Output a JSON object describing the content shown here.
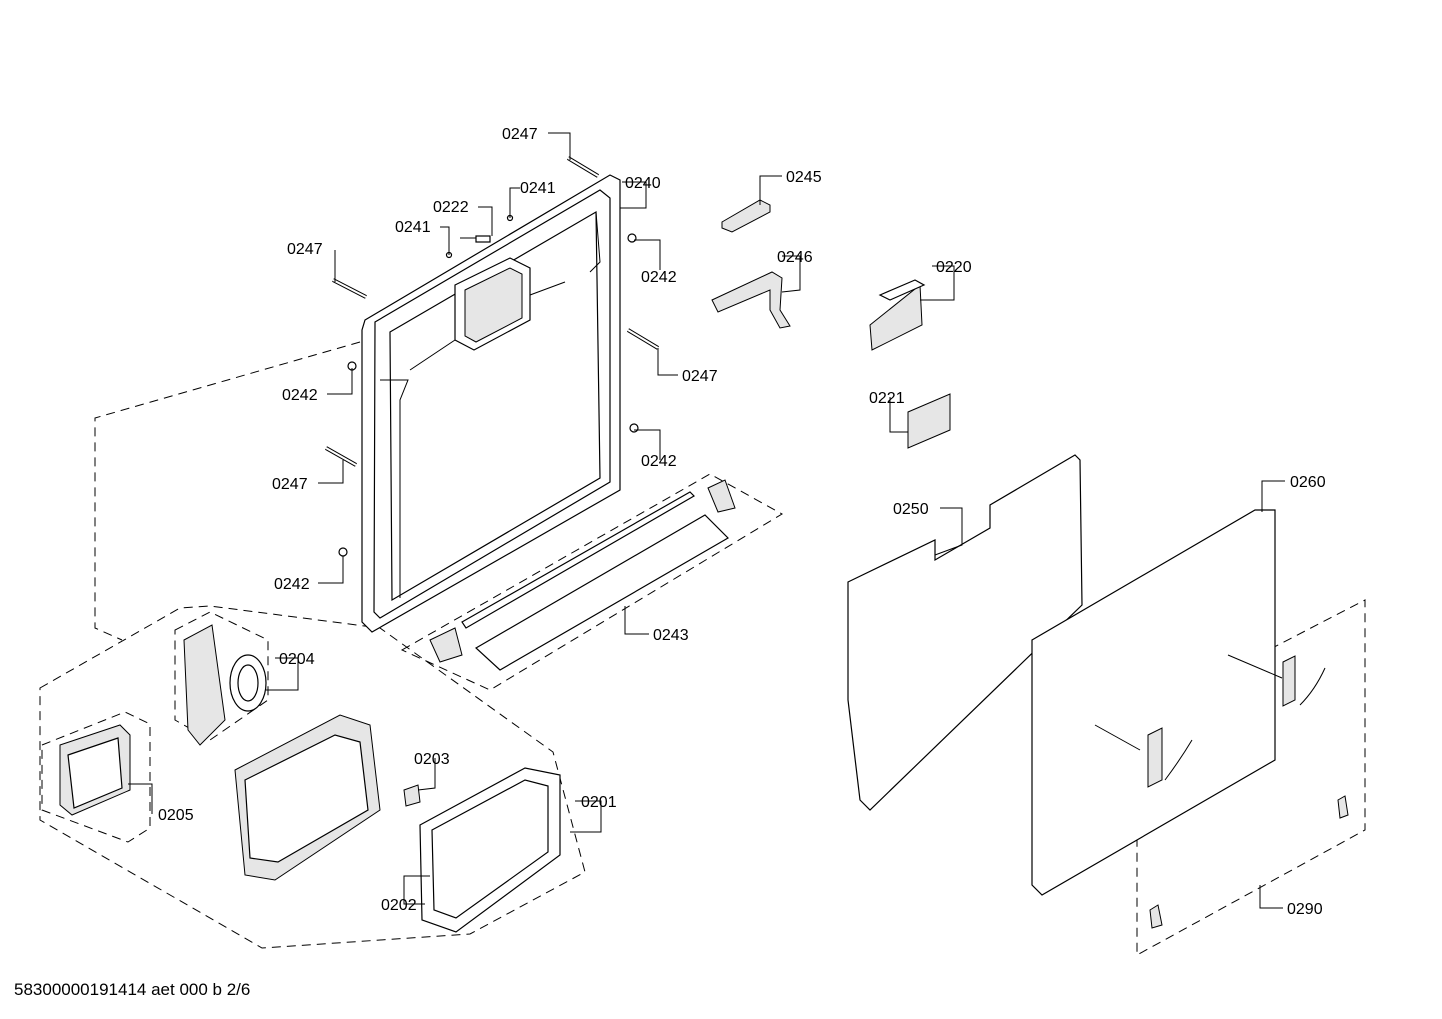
{
  "labels": {
    "p0247a": "0247",
    "p0247b": "0247",
    "p0247c": "0247",
    "p0247d": "0247",
    "p0241a": "0241",
    "p0241b": "0241",
    "p0222": "0222",
    "p0240": "0240",
    "p0242a": "0242",
    "p0242b": "0242",
    "p0242c": "0242",
    "p0242d": "0242",
    "p0245": "0245",
    "p0246": "0246",
    "p0220": "0220",
    "p0221": "0221",
    "p0243": "0243",
    "p0250": "0250",
    "p0260": "0260",
    "p0204": "0204",
    "p0203": "0203",
    "p0201": "0201",
    "p0205": "0205",
    "p0202": "0202",
    "p0290": "0290"
  },
  "footer": "58300000191414 aet 000 b 2/6"
}
